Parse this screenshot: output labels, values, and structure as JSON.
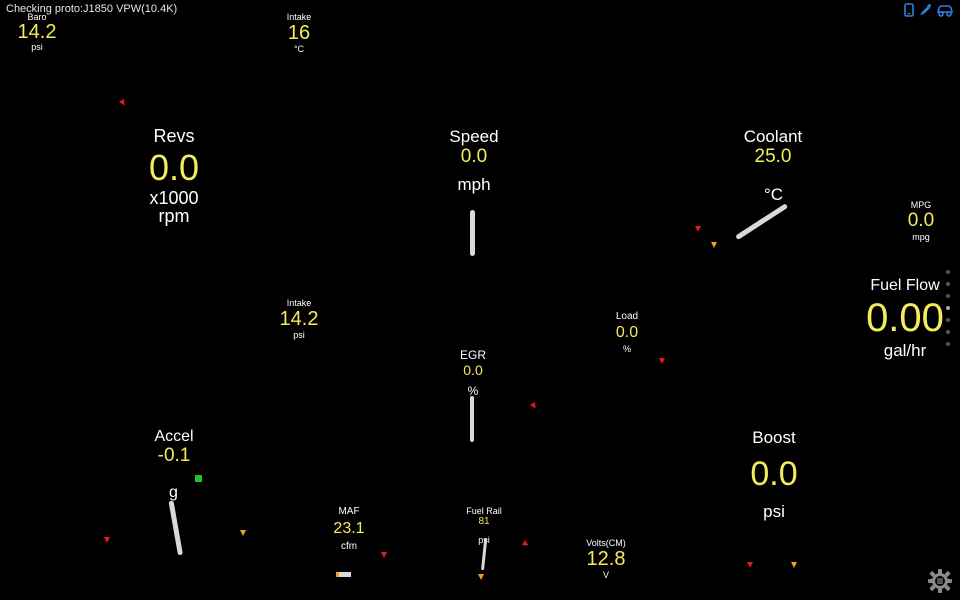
{
  "status": {
    "text": "Checking proto:J1850 VPW(10.4K)"
  },
  "gauges": {
    "baro": {
      "label": "Baro",
      "value": "14.2",
      "unit": "psi"
    },
    "intake_temp": {
      "label": "Intake",
      "value": "16",
      "unit": "°C"
    },
    "revs": {
      "label": "Revs",
      "value": "0.0",
      "unit1": "x1000",
      "unit2": "rpm"
    },
    "speed": {
      "label": "Speed",
      "value": "0.0",
      "unit": "mph"
    },
    "coolant": {
      "label": "Coolant",
      "value": "25.0",
      "unit": "°C"
    },
    "mpg": {
      "label": "MPG",
      "value": "0.0",
      "unit": "mpg"
    },
    "fuelflow": {
      "label": "Fuel Flow",
      "value": "0.00",
      "unit": "gal/hr"
    },
    "intake_press": {
      "label": "Intake",
      "value": "14.2",
      "unit": "psi"
    },
    "load": {
      "label": "Load",
      "value": "0.0",
      "unit": "%"
    },
    "egr": {
      "label": "EGR",
      "value": "0.0",
      "unit": "%"
    },
    "accel": {
      "label": "Accel",
      "value": "-0.1",
      "unit": "g"
    },
    "boost": {
      "label": "Boost",
      "value": "0.0",
      "unit": "psi"
    },
    "maf": {
      "label": "MAF",
      "value": "23.1",
      "unit": "cfm"
    },
    "fuelrail": {
      "label": "Fuel Rail",
      "value": "81",
      "unit": "psi"
    },
    "volts": {
      "label": "Volts(CM)",
      "value": "12.8",
      "unit": "V"
    }
  },
  "icons": {
    "phone": "phone-icon",
    "pen": "pen-icon",
    "car": "car-icon",
    "settings": "gear-icon"
  },
  "colors": {
    "value": "#f4ec5a",
    "accent": "#2f7de1",
    "warn_red": "#e01b1b",
    "warn_orange": "#f0a020"
  }
}
